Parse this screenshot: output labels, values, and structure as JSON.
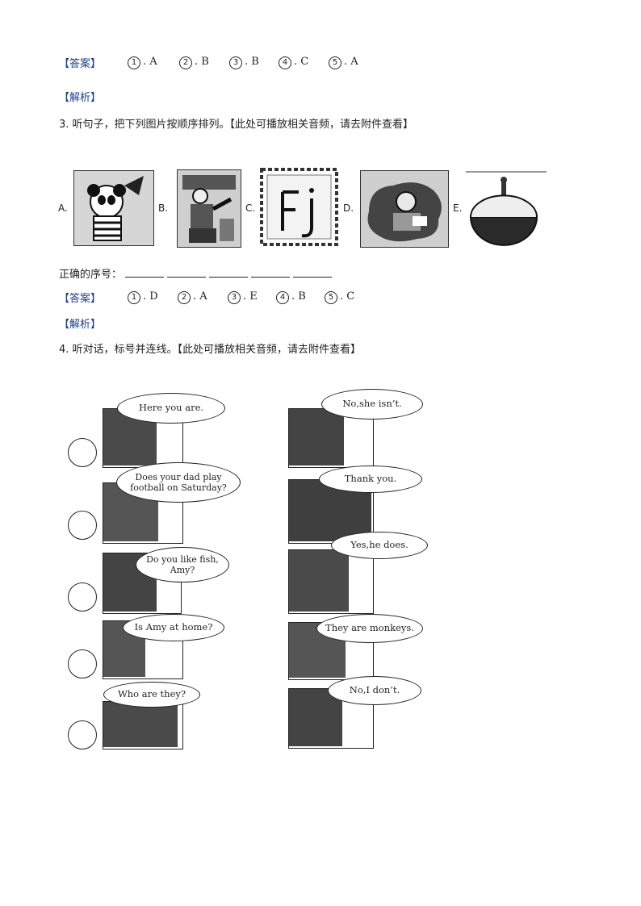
{
  "q2": {
    "answer_tag": "【答案】",
    "answers": [
      {
        "num": "1",
        "val": ". A"
      },
      {
        "num": "2",
        "val": ". B"
      },
      {
        "num": "3",
        "val": ". B"
      },
      {
        "num": "4",
        "val": ". C"
      },
      {
        "num": "5",
        "val": ". A"
      }
    ],
    "analysis_tag": "【解析】"
  },
  "q3": {
    "prompt": "3. 听句子，把下列图片按顺序排列。【此处可播放相关音频，请去附件查看】",
    "pictures": [
      {
        "label": "A."
      },
      {
        "label": "B."
      },
      {
        "label": "C."
      },
      {
        "label": "D."
      },
      {
        "label": "E."
      }
    ],
    "order_label": "正确的序号：",
    "answer_tag": "【答案】",
    "answers": [
      {
        "num": "1",
        "val": ". D"
      },
      {
        "num": "2",
        "val": ". A"
      },
      {
        "num": "3",
        "val": ". E"
      },
      {
        "num": "4",
        "val": ". B"
      },
      {
        "num": "5",
        "val": ". C"
      }
    ],
    "analysis_tag": "【解析】"
  },
  "q4": {
    "prompt": "4. 听对话，标号并连线。【此处可播放相关音频，请去附件查看】",
    "left_bubbles": [
      "Here you are.",
      "Does your dad play football on Saturday?",
      "Do you like fish, Amy?",
      "Is Amy at home?",
      "Who are they?"
    ],
    "right_bubbles": [
      "No,she isn’t.",
      "Thank you.",
      "Yes,he does.",
      "They are monkeys.",
      "No,I don’t."
    ]
  }
}
